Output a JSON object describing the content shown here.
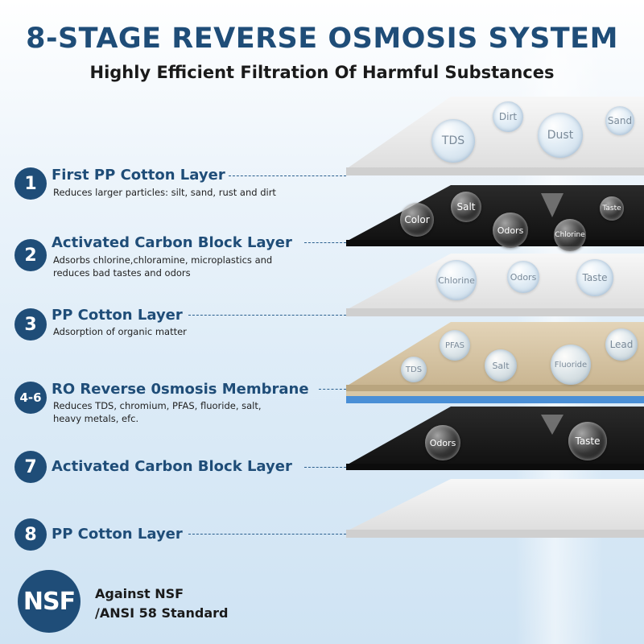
{
  "header": {
    "title": "8-STAGE REVERSE OSMOSIS SYSTEM",
    "subtitle": "Highly Efficient Filtration Of Harmful Substances"
  },
  "stages": [
    {
      "number": "1",
      "title": "First PP Cotton Layer",
      "desc": "Reduces larger particles: silt, sand, rust and dirt"
    },
    {
      "number": "2",
      "title": "Activated Carbon Block Layer",
      "desc": "Adsorbs chlorine,chloramine, microplastics and reduces bad tastes and odors"
    },
    {
      "number": "3",
      "title": "PP Cotton Layer",
      "desc": "Adsorption of organic matter"
    },
    {
      "number": "4-6",
      "title": "RO Reverse 0smosis Membrane",
      "desc": "Reduces TDS, chromium, PFAS, fluoride, salt, heavy metals, efc."
    },
    {
      "number": "7",
      "title": "Activated Carbon Block Layer",
      "desc": ""
    },
    {
      "number": "8",
      "title": "PP Cotton Layer",
      "desc": ""
    }
  ],
  "bubbles": {
    "top": [
      "TDS",
      "Dirt",
      "Dust",
      "Sand"
    ],
    "carbon1": [
      "Color",
      "Salt",
      "Odors",
      "Chlorine",
      "Taste"
    ],
    "cotton2": [
      "Chlorine",
      "Odors",
      "Taste"
    ],
    "ro": [
      "PFAS",
      "TDS",
      "Salt",
      "Fluoride",
      "Lead"
    ],
    "carbon2": [
      "Odors",
      "Taste"
    ]
  },
  "certification": {
    "logo_text": "NSF",
    "line1": "Against NSF",
    "line2": "/ANSI 58 Standard"
  },
  "colors": {
    "brand_blue": "#1f4d78",
    "membrane_blue": "#4a8fd6",
    "carbon_black": "#1c1c1c",
    "cotton_white": "#f2f2f2",
    "ro_beige": "#d9c7a8"
  }
}
